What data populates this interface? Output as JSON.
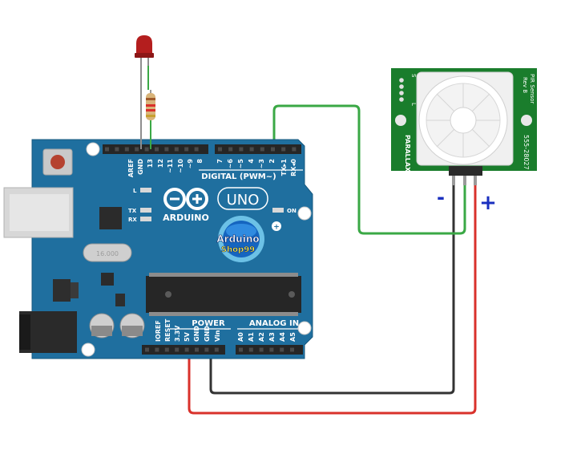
{
  "arduino": {
    "model": "UNO",
    "brand": "ARDUINO",
    "digital_label": "DIGITAL (PWM~)",
    "power_label": "POWER",
    "analog_label": "ANALOG IN",
    "led_l": "L",
    "led_tx": "TX",
    "led_rx": "RX",
    "led_on": "ON",
    "crystal": "16.000",
    "top_pins": [
      "AREF",
      "GND",
      "13",
      "12",
      "~11",
      "~10",
      "~9",
      "8",
      "7",
      "~6",
      "~5",
      "4",
      "~3",
      "2",
      "TX▸1",
      "RX◂0"
    ],
    "power_pins": [
      "IOREF",
      "RESET",
      "3.3V",
      "5V",
      "GND",
      "GND",
      "Vin"
    ],
    "analog_pins": [
      "A0",
      "A1",
      "A2",
      "A3",
      "A4",
      "A5"
    ]
  },
  "logo": {
    "line1": "Arduino",
    "line2": "Shop99"
  },
  "pir": {
    "name": "PIR Sensor",
    "rev": "Rev B",
    "brand": "PARALLAX",
    "part": "555-28027",
    "left_pins": [
      "S",
      "L"
    ]
  },
  "wiring": {
    "minus_label": "-",
    "plus_label": "+"
  },
  "colors": {
    "board": "#1f6f9f",
    "pir_board": "#1a7d2c",
    "wire_green": "#3aa845",
    "wire_red": "#d9312b",
    "wire_black": "#333333",
    "polarity": "#1a2fbf"
  }
}
